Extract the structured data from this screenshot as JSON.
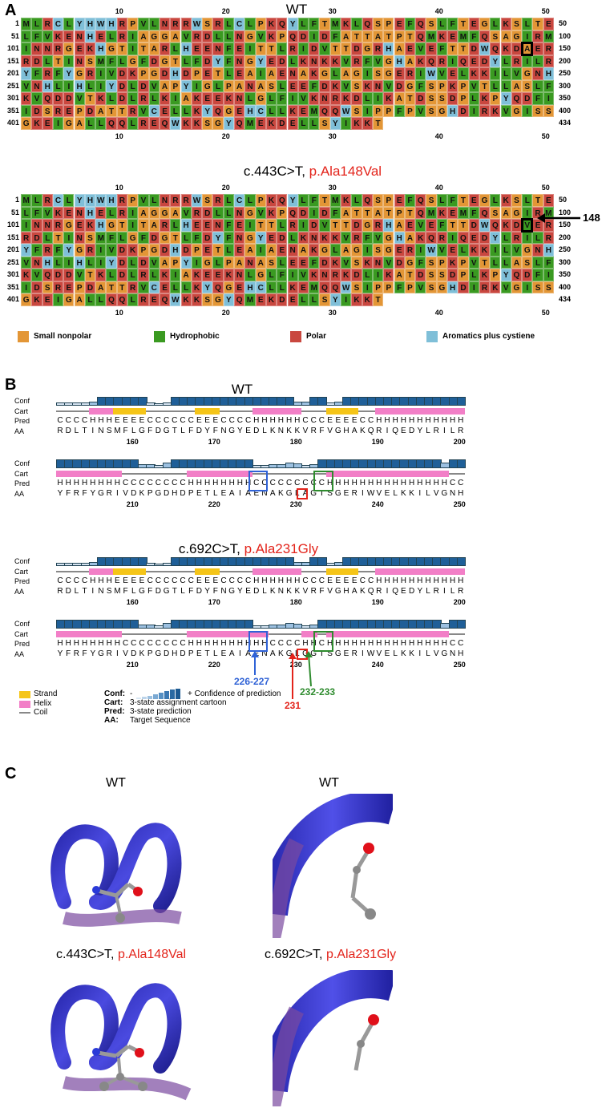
{
  "panelA": {
    "letter": "A",
    "wt_title": "WT",
    "mut_title_prefix": "c.443C>T, ",
    "mut_title_red": "p.Ala148Val",
    "scale": [
      "10",
      "20",
      "30",
      "40",
      "50"
    ],
    "row_starts": [
      "1",
      "51",
      "101",
      "151",
      "201",
      "251",
      "301",
      "351",
      "401"
    ],
    "row_ends": [
      "50",
      "100",
      "150",
      "200",
      "250",
      "300",
      "350",
      "400",
      "434"
    ],
    "wt_rows": [
      "MLRCLYHWHRPVLNRRWSRLCLPKQYLFTMKLQSPEFQSLFTEGLKSLTE",
      "LFVKENHELRIAGGAVRDLLNGVKPQDIDFATTATPTQMKEMFQSAGIRM",
      "INNRGEKHGTITARLHEENFEITTLRIDVTTDGRHAEVEFTTDWQKDAER",
      "RDLTINSMFLGFDGTLFDYFNGYEDLKNKKVRFVGHAKQRIQEDYLRILR",
      "YFRFYGRIVDKPGDHDPETLEAIAENAKGLAGISGERIWVELKKILVGNH",
      "VNHLIHLIYDLDVAPYIGLPANASLEEFDKVSKNVDGFSPKPVTLLASLF",
      "KVQDDVTKLDLRLKIAKEEKNLGLFIVKNRKDLIKATDSSDPLKPYQDFI",
      "IDSREPDATTRVCELLKYQGEHCLLKEMQQWSIPPFPVSGHDIRKVGISS",
      "GKEIGALLQQLREQWKKSGYQMEKDELLSYIKKT"
    ],
    "mut_rows": [
      "MLRCLYHWHRPVLNRRWSRLCLPKQYLFTMKLQSPEFQSLFTEGLKSLTE",
      "LFVKENHELRIAGGAVRDLLNGVKPQDIDFATTATPTQMKEMFQSAGIRM",
      "INNRGEKHGTITARLHEENFEITTLRIDVTTDGRHAEVEFTTDWQKDVER",
      "RDLTINSMFLGFDGTLFDYFNGYEDLKNKKVRFVGHAKQRIQEDYLRILR",
      "YFRFYGRIVDKPGDHDPETLEAIAENAKGLAGISGERIWVELKKILVGNH",
      "VNHLIHLIYDLDVAPYIGLPANASLEEFDKVSKNVDGFSPKPVTLLASLF",
      "KVQDDVTKLDLRLKIAKEEKNLGLFIVKNRKDLIKATDSSDPLKPYQDFI",
      "IDSREPDATTRVCELLKYQGEHCLLKEMQQWSIPPFPVSGHDIRKVGISS",
      "GKEIGALLQQLREQWKKSGYQMEKDELLSYIKKT"
    ],
    "arrow_label": "148",
    "legend": [
      "Small nonpolar",
      "Hydrophobic",
      "Polar",
      "Aromatics plus cystiene"
    ],
    "colors": {
      "small_nonpolar": "#e39636",
      "hydrophobic": "#3a9a21",
      "polar": "#c9473f",
      "aromatic": "#7fbfd8"
    }
  },
  "panelB": {
    "letter": "B",
    "wt_title": "WT",
    "mut_title_prefix": "c.692C>T, ",
    "mut_title_red": "p.Ala231Gly",
    "row_labels": [
      "Conf",
      "Cart",
      "Pred",
      "AA"
    ],
    "blockA_pred": "CCCCHHHEEEECCCCCCEEECCCCHHHHHHCCCEEEECCHHHHHHHHHHHHHH",
    "blockA_aa": "RDLTINSMFLGFDGTLFDYFNGYEDLKNKKVRFVGHAKQRIQEDYLRILR",
    "blockA_scale": [
      "160",
      "170",
      "180",
      "190",
      "200"
    ],
    "blockB_pred_wt": "HHHHHHHHCCCCCCCCHHHHHHHHCCCCCCCCCHHHHHHHHHHHHHHHCCC",
    "blockB_aa_wt": "YFRFYGRIVDKPGDHDPETLEAIAENAKGLAGISGERIWVELKKILVGNH",
    "blockB_pred_mut": "HHHHHHHHCCCCCCCCHHHHHHHHHHCCCCHHCHHHHHHHHHHHHHHHCCC",
    "blockB_aa_mut": "YFRFYGRIVDKPGDHDPETLEAIAENAKGLGGISGERIWVELKKILVGNH",
    "blockB_scale": [
      "210",
      "220",
      "230",
      "240",
      "250"
    ],
    "ann_226": "226-227",
    "ann_231": "231",
    "ann_232": "232-233",
    "legend_strand": "Strand",
    "legend_helix": "Helix",
    "legend_coil": "Coil",
    "key_conf_label": "Conf:",
    "key_conf_text_minus": "-",
    "key_conf_text": "+ Confidence of prediction",
    "key_cart_label": "Cart:",
    "key_cart_text": "3-state assignment cartoon",
    "key_pred_label": "Pred:",
    "key_pred_text": "3-state prediction",
    "key_aa_label": "AA:",
    "key_aa_text": "Target Sequence",
    "colors": {
      "helix": "#f27fc7",
      "strand": "#f5c518",
      "coil": "#888888",
      "conf": "#2a6aa3",
      "blue_box": "#2f62d6",
      "red_box": "#e3241b",
      "green_box": "#2e8b2e"
    }
  },
  "panelC": {
    "letter": "C",
    "top_left": "WT",
    "top_right": "WT",
    "bottom_left_prefix": "c.443C>T, ",
    "bottom_left_red": "p.Ala148Val",
    "bottom_right_prefix": "c.692C>T, ",
    "bottom_right_red": "p.Ala231Gly",
    "ribbon_color": "#3434c8"
  }
}
